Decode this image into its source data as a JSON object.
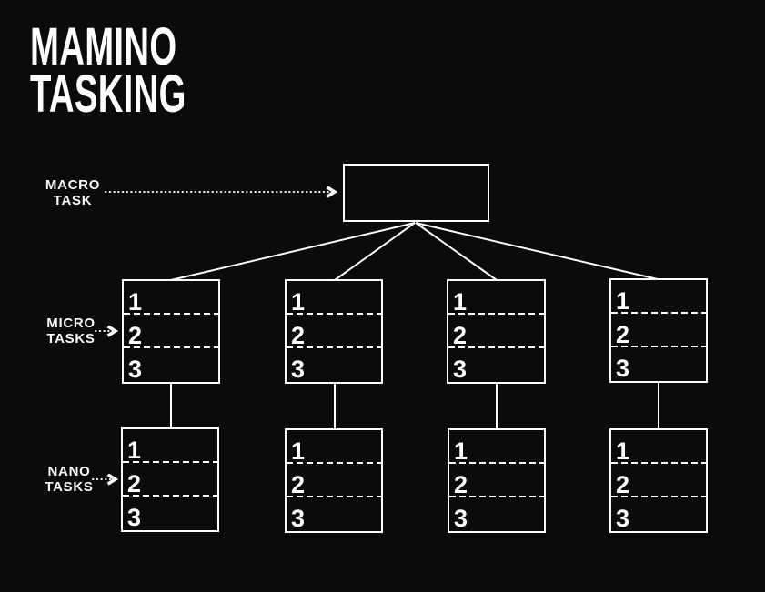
{
  "page": {
    "background": "#0b0b0b",
    "foreground": "#ffffff",
    "line_color": "#fcfcfc"
  },
  "title": {
    "line1": "MAMINO",
    "line2": "TASKING"
  },
  "legend": {
    "macro": {
      "line1": "MACRO",
      "line2": "TASK"
    },
    "micro": {
      "line1": "MICRO",
      "line2": "TASKS"
    },
    "nano": {
      "line1": "NANO",
      "line2": "TASKS"
    }
  },
  "boxes": {
    "macro": {
      "content": ""
    },
    "micro": [
      {
        "rows": [
          "1",
          "2",
          "3"
        ]
      },
      {
        "rows": [
          "1",
          "2",
          "3"
        ]
      },
      {
        "rows": [
          "1",
          "2",
          "3"
        ]
      },
      {
        "rows": [
          "1",
          "2",
          "3"
        ]
      }
    ],
    "nano": [
      {
        "rows": [
          "1",
          "2",
          "3"
        ]
      },
      {
        "rows": [
          "1",
          "2",
          "3"
        ]
      },
      {
        "rows": [
          "1",
          "2",
          "3"
        ]
      },
      {
        "rows": [
          "1",
          "2",
          "3"
        ]
      }
    ]
  }
}
